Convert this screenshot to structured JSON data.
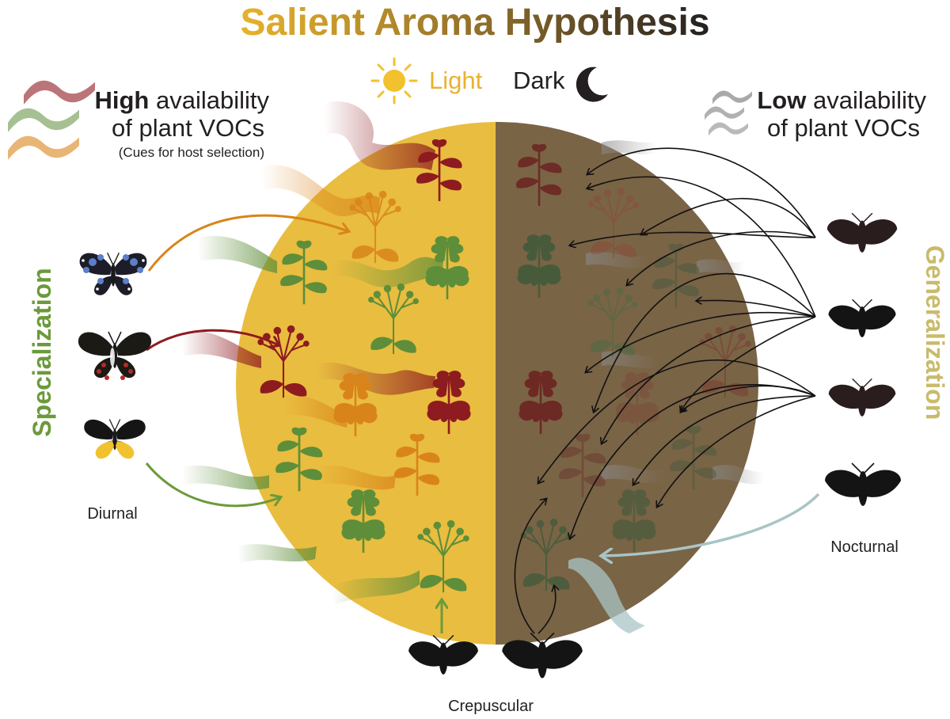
{
  "title": {
    "word1": "Salient",
    "word2": "Aroma",
    "word3": "Hypothesis"
  },
  "light_label": "Light",
  "dark_label": "Dark",
  "left_panel": {
    "bold": "High",
    "rest1": " availability",
    "line2": "of plant VOCs",
    "note": "(Cues for host selection)"
  },
  "right_panel": {
    "bold": "Low",
    "rest1": " availability",
    "line2": "of plant VOCs"
  },
  "side_labels": {
    "left": "Specialization",
    "right": "Generalization"
  },
  "group_labels": {
    "diurnal": "Diurnal",
    "nocturnal": "Nocturnal",
    "crepuscular": "Crepuscular"
  },
  "colors": {
    "title_start": "#e8b32a",
    "title_end": "#231f20",
    "light_half": "#e9bd3f",
    "dark_half": "#7a6446",
    "plant_red": "#8e1b1f",
    "plant_orange": "#d9841a",
    "plant_green": "#5e8e3a",
    "specialization": "#6b9a3a",
    "generalization": "#c9bb6a",
    "nocturnal_arrow": "#a9c4c6"
  },
  "icons": [
    "sun-icon",
    "moon-icon",
    "butterfly-icon",
    "moth-icon",
    "plant-icon",
    "scent-plume-icon"
  ]
}
